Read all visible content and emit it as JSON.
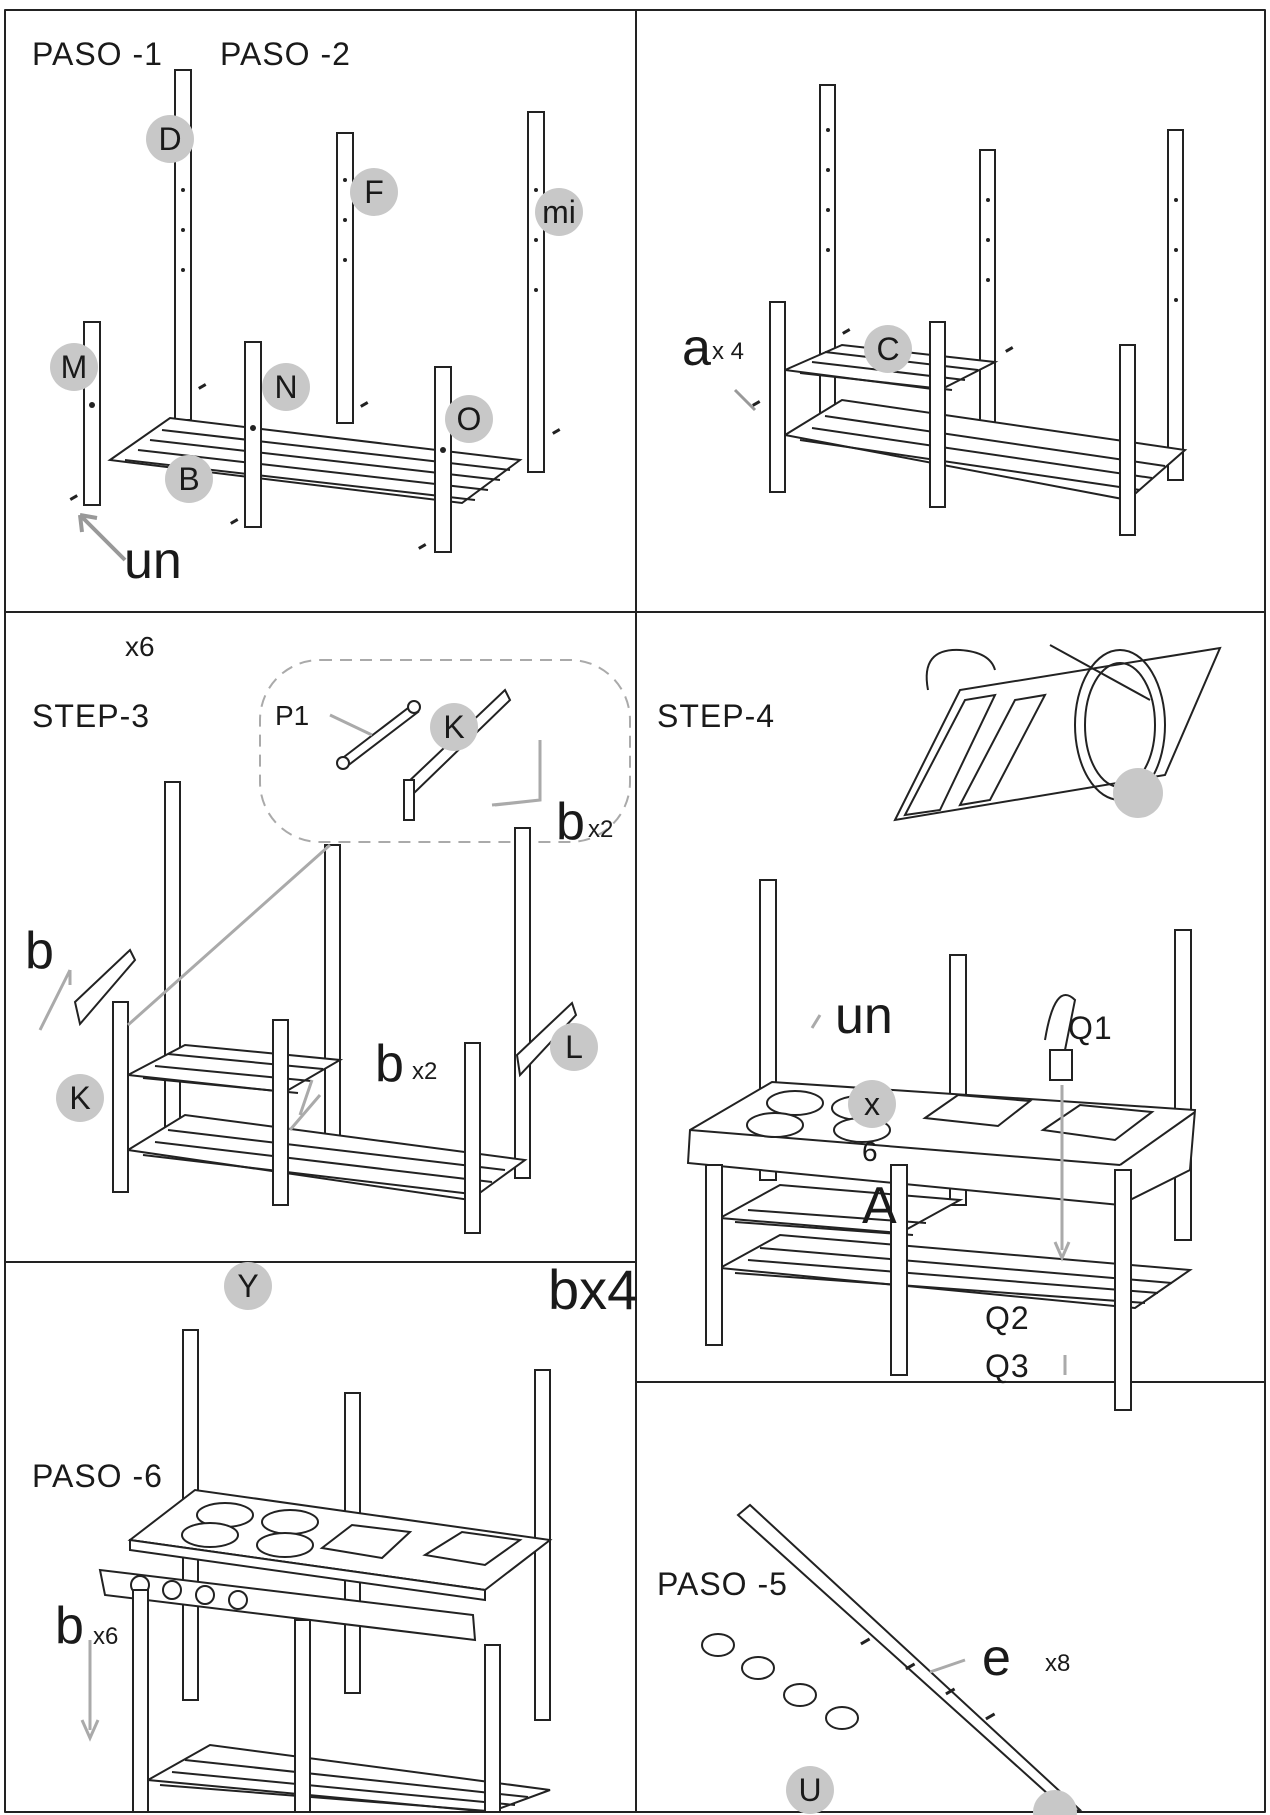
{
  "panel1": {
    "step_label_1": "PASO -1",
    "step_label_2": "PASO -2",
    "part_D": "D",
    "part_F": "F",
    "part_E": "mi",
    "part_M": "M",
    "part_N": "N",
    "part_O": "O",
    "part_B": "B",
    "hw_a": "un"
  },
  "panel2": {
    "hw_a": "a",
    "hw_a_qty": "x 4",
    "part_C": "C"
  },
  "panel3": {
    "qty_top": "x6",
    "step_label": "STEP-3",
    "part_P1": "P1",
    "part_K_inset": "K",
    "hw_b_inset": "b",
    "hw_b_inset_qty": "x2",
    "hw_b_left": "b",
    "part_K": "K",
    "hw_b_mid": "b",
    "hw_b_mid_qty": "x2",
    "part_L": "L",
    "hw_b_right": "bx4"
  },
  "panel4": {
    "step_label": "STEP-4",
    "hw_a": "un",
    "qty_x": "x",
    "qty_6": "6",
    "part_A": "A",
    "part_Q1": "Q1",
    "part_Q2": "Q2",
    "part_Q3": "Q3"
  },
  "panel5": {
    "step_label": "PASO -6",
    "part_Y": "Y",
    "hw_b": "b",
    "hw_b_qty": "x6"
  },
  "panel6": {
    "step_label": "PASO -5",
    "hw_e": "e",
    "hw_e_qty": "x8",
    "part_U": "U"
  }
}
